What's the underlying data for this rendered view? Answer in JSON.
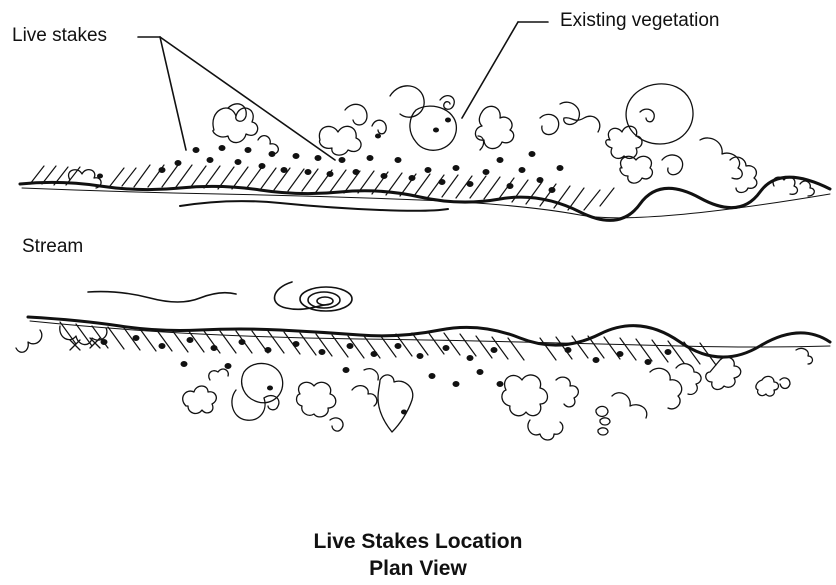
{
  "labels": {
    "live_stakes": "Live stakes",
    "existing_vegetation": "Existing vegetation",
    "stream": "Stream"
  },
  "caption": {
    "line1": "Live Stakes Location",
    "line2": "Plan View"
  },
  "colors": {
    "ink": "#111111",
    "background": "#ffffff"
  }
}
